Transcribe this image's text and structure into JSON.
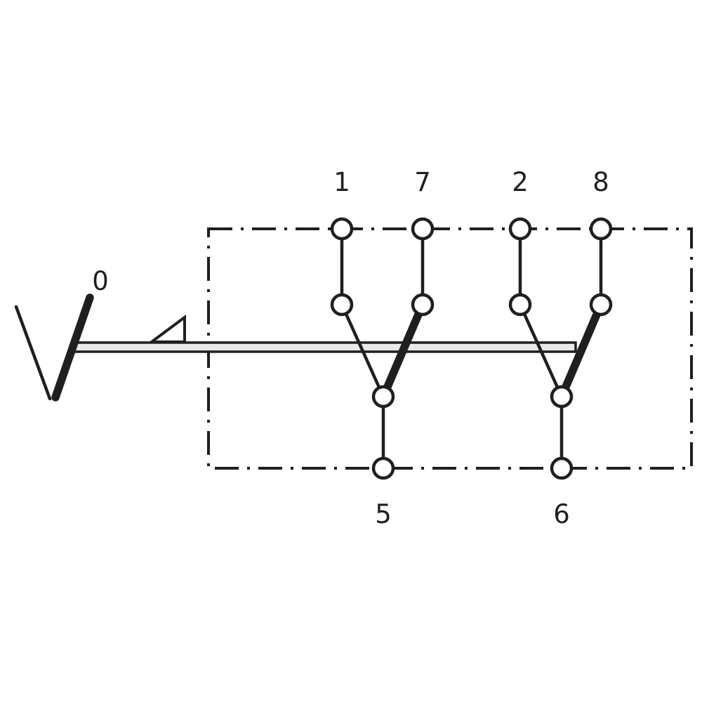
{
  "figure": {
    "labels": {
      "actuator_position": "0",
      "top_terminals": [
        "1",
        "7",
        "2",
        "8"
      ],
      "bottom_terminals": [
        "5",
        "6"
      ]
    },
    "colors": {
      "stroke": "#1f1f1f",
      "bar_fill": "#e9e9e9",
      "background": "#ffffff"
    }
  }
}
